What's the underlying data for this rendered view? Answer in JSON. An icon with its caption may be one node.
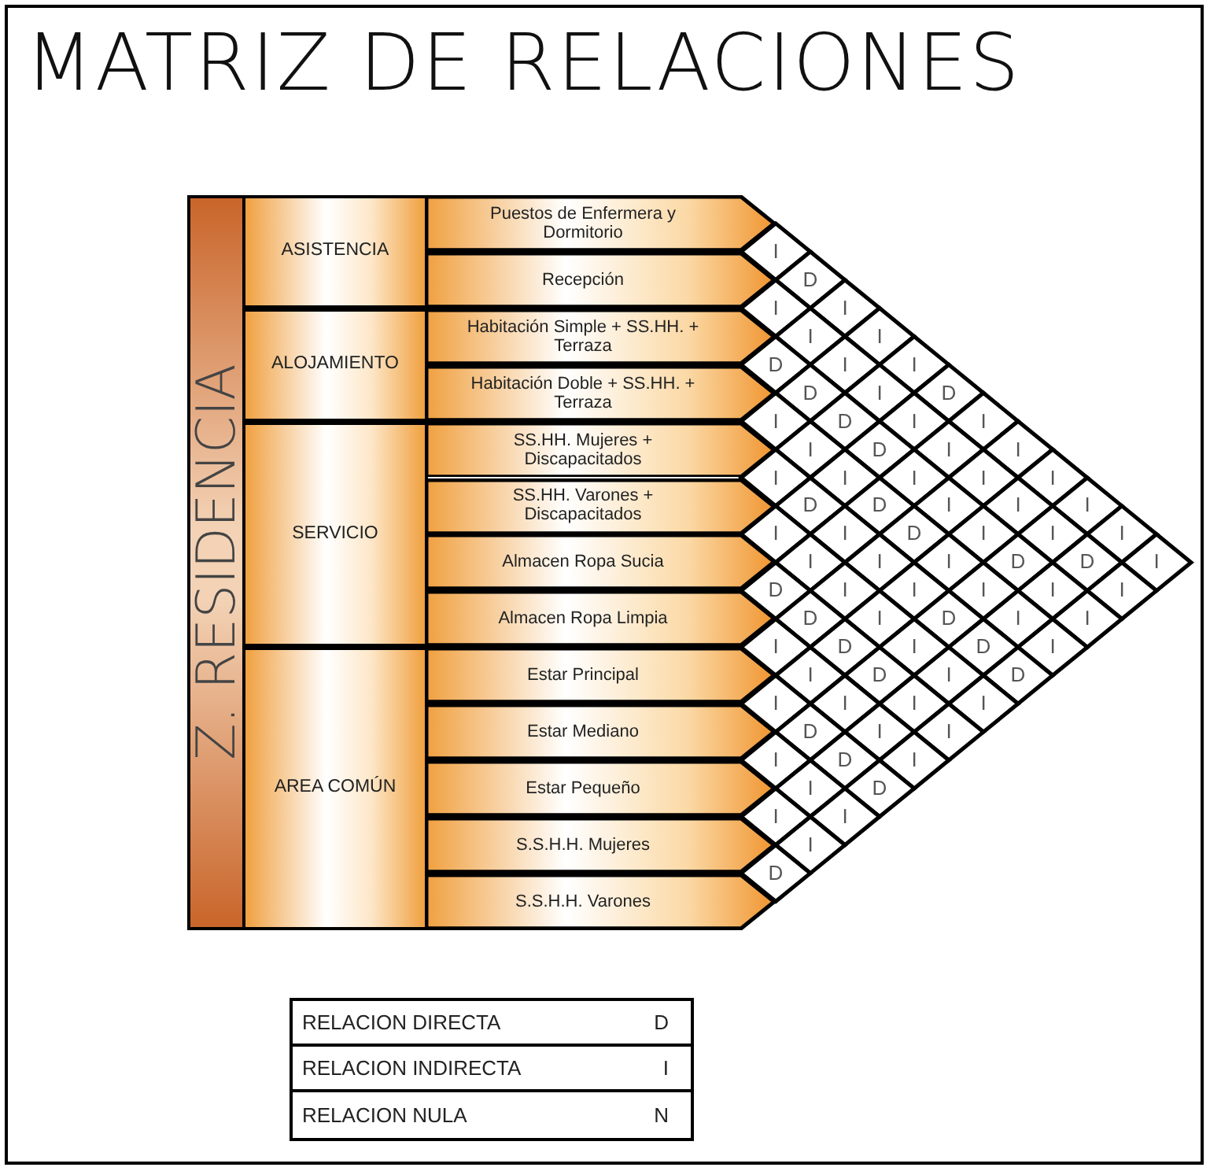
{
  "diagram": {
    "title": "MATRIZ DE RELACIONES",
    "nodes": [
      {
        "text": [
          "Z. RESIDENCIA"
        ]
      },
      {
        "text": [
          "ASISTENCIA"
        ]
      },
      {
        "text": [
          "Puestos de Enfermera y Dormitorio"
        ]
      },
      {
        "text": [
          "Recepción"
        ]
      },
      {
        "text": [
          "ALOJAMIENTO"
        ]
      },
      {
        "text": [
          "Habitación Simple + SS.HH. + Terraza"
        ]
      },
      {
        "text": [
          "Habitación Doble + SS.HH. + Terraza"
        ]
      },
      {
        "text": [
          "SERVICIO"
        ]
      },
      {
        "text": [
          "SS.HH. Mujeres + Discapacitados"
        ]
      },
      {
        "text": [
          "SS.HH. Varones + Discapacitados"
        ]
      },
      {
        "text": [
          "Almacen Ropa Sucia"
        ]
      },
      {
        "text": [
          "Almacen Ropa Limpia"
        ]
      },
      {
        "text": [
          "AREA COMÚN"
        ]
      },
      {
        "text": [
          "Estar Principal"
        ]
      },
      {
        "text": [
          "Estar Mediano"
        ]
      },
      {
        "text": [
          "Estar Pequeño"
        ]
      },
      {
        "text": [
          "S.S.H.H. Mujeres"
        ]
      },
      {
        "text": [
          "S.S.H.H. Varones"
        ]
      },
      {
        "text": [
          "RELACION DIRECTA",
          "D"
        ]
      },
      {
        "text": [
          "RELACION INDIRECTA",
          "I"
        ]
      },
      {
        "text": [
          "RELACION NULA",
          "N"
        ]
      }
    ],
    "labels": [
      "I",
      "D",
      "I",
      "I",
      "I",
      "D",
      "I",
      "I",
      "I",
      "I",
      "I",
      "I",
      "I",
      "I",
      "I",
      "I",
      "I",
      "I",
      "I",
      "I",
      "I",
      "D",
      "I",
      "D",
      "D",
      "D",
      "D",
      "I",
      "I",
      "I",
      "D",
      "I",
      "I",
      "I",
      "I",
      "I",
      "D",
      "D",
      "I",
      "I",
      "I",
      "I",
      "I",
      "D",
      "I",
      "I",
      "I",
      "D",
      "D",
      "D",
      "I",
      "I",
      "I",
      "I",
      "I",
      "I",
      "I",
      "D",
      "D",
      "D",
      "D",
      "I",
      "I",
      "I",
      "I",
      "I",
      "I",
      "I",
      "I",
      "D",
      "D",
      "D",
      "I",
      "I",
      "I",
      "I",
      "I",
      "D"
    ]
  }
}
